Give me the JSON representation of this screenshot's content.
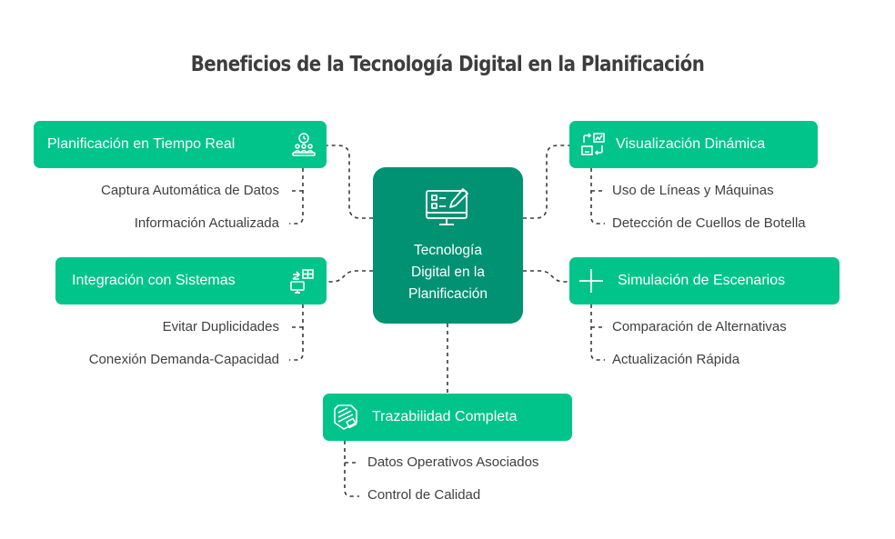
{
  "title": "Beneficios de la Tecnología Digital en la Planificación",
  "colors": {
    "center": "#009273",
    "node": "#00c48a",
    "connector": "#3a3a3a",
    "text": "#3a3a3a"
  },
  "center": {
    "label": "Tecnología\nDigital en la\nPlanificación",
    "icon": "monitor-checklist-pen-icon"
  },
  "nodes": {
    "tiempo_real": {
      "label": "Planificación en Tiempo Real",
      "icon": "people-clock-icon",
      "items": [
        "Captura Automática de Datos",
        "Información Actualizada"
      ]
    },
    "integracion": {
      "label": "Integración con Sistemas",
      "icon": "system-integration-icon",
      "items": [
        "Evitar Duplicidades",
        "Conexión Demanda-Capacidad"
      ]
    },
    "visualizacion": {
      "label": "Visualización Dinámica",
      "icon": "dashboard-arrows-icon",
      "items": [
        "Uso de Líneas y Máquinas",
        "Detección de Cuellos de Botella"
      ]
    },
    "simulacion": {
      "label": "Simulación de Escenarios",
      "icon": "plus-icon",
      "items": [
        "Comparación de Alternativas",
        "Actualización Rápida"
      ]
    },
    "trazabilidad": {
      "label": "Trazabilidad Completa",
      "icon": "document-tag-icon",
      "items": [
        "Datos Operativos Asociados",
        "Control de Calidad"
      ]
    }
  }
}
